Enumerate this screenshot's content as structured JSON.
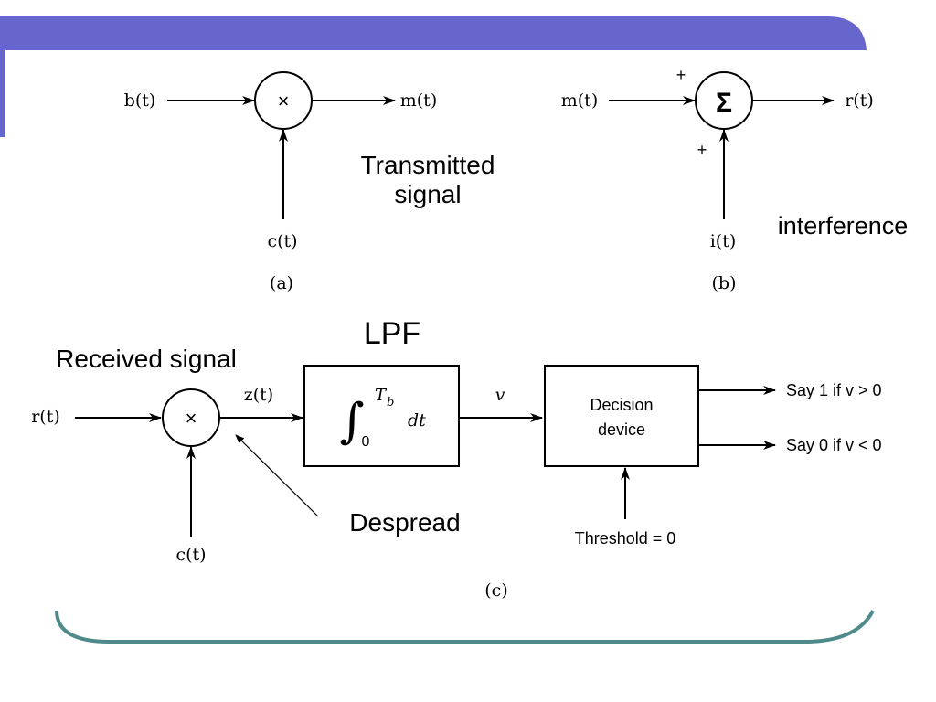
{
  "theme": {
    "header_color": "#6666cc",
    "frame_color": "#4f8a8b",
    "line_color": "#000000"
  },
  "diagram_a": {
    "input": "b(t)",
    "output": "m(t)",
    "code": "c(t)",
    "multiplier": "×",
    "caption": "(a)",
    "note_line1": "Transmitted",
    "note_line2": "signal"
  },
  "diagram_b": {
    "input": "m(t)",
    "output": "r(t)",
    "interference": "i(t)",
    "plus_top": "+",
    "plus_bottom": "+",
    "summer": "Σ",
    "caption": "(b)",
    "note": "interference"
  },
  "diagram_c": {
    "title": "LPF",
    "received_label": "Received signal",
    "input": "r(t)",
    "multiplier": "×",
    "code": "c(t)",
    "despread_signal": "z(t)",
    "integral_symbol": "∫",
    "integral_lower": "0",
    "integral_upper": "T",
    "integral_upper_sub": "b",
    "integral_dt": "dt",
    "v_label": "v",
    "decision_line1": "Decision",
    "decision_line2": "device",
    "output1": "Say 1 if v > 0",
    "output0": "Say 0 if v < 0",
    "threshold": "Threshold = 0",
    "despread_note": "Despread",
    "caption": "(c)"
  }
}
